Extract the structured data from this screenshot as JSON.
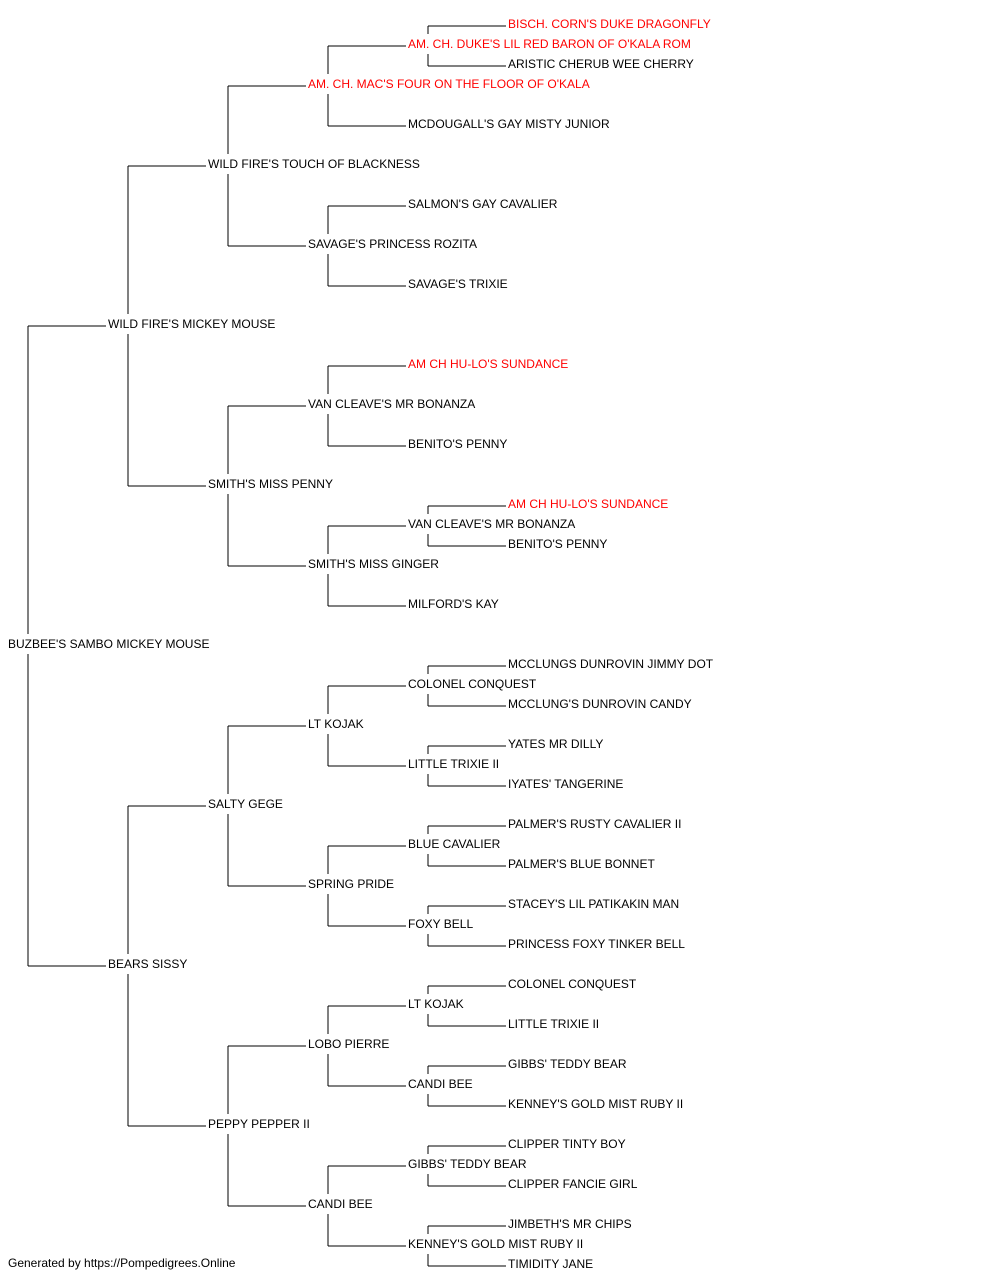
{
  "colors": {
    "normal": "#000000",
    "champion": "#ff0000",
    "line": "#000000"
  },
  "pedigree": {
    "name": "BUZBEE'S SAMBO MICKEY MOUSE",
    "children": [
      {
        "name": "WILD FIRE'S MICKEY MOUSE",
        "children": [
          {
            "name": "WILD FIRE'S TOUCH OF BLACKNESS",
            "children": [
              {
                "name": "AM. CH. MAC'S FOUR ON THE FLOOR OF O'KALA",
                "champion": true,
                "children": [
                  {
                    "name": "AM. CH. DUKE'S LIL RED BARON OF O'KALA ROM",
                    "champion": true,
                    "children": [
                      {
                        "name": "BISCH. CORN'S DUKE DRAGONFLY",
                        "champion": true
                      },
                      {
                        "name": "ARISTIC CHERUB WEE CHERRY"
                      }
                    ]
                  },
                  {
                    "name": "MCDOUGALL'S GAY MISTY JUNIOR"
                  }
                ]
              },
              {
                "name": "SAVAGE'S PRINCESS ROZITA",
                "children": [
                  {
                    "name": "SALMON'S GAY CAVALIER"
                  },
                  {
                    "name": "SAVAGE'S TRIXIE"
                  }
                ]
              }
            ]
          },
          {
            "name": "SMITH'S MISS PENNY",
            "children": [
              {
                "name": "VAN CLEAVE'S MR BONANZA",
                "children": [
                  {
                    "name": "AM CH HU-LO'S SUNDANCE",
                    "champion": true
                  },
                  {
                    "name": "BENITO'S PENNY"
                  }
                ]
              },
              {
                "name": "SMITH'S MISS GINGER",
                "children": [
                  {
                    "name": "VAN CLEAVE'S MR BONANZA",
                    "children": [
                      {
                        "name": "AM CH HU-LO'S SUNDANCE",
                        "champion": true
                      },
                      {
                        "name": "BENITO'S PENNY"
                      }
                    ]
                  },
                  {
                    "name": "MILFORD'S KAY"
                  }
                ]
              }
            ]
          }
        ]
      },
      {
        "name": "BEARS SISSY",
        "children": [
          {
            "name": "SALTY GEGE",
            "children": [
              {
                "name": "LT KOJAK",
                "children": [
                  {
                    "name": "COLONEL CONQUEST",
                    "children": [
                      {
                        "name": "MCCLUNGS DUNROVIN JIMMY DOT"
                      },
                      {
                        "name": "MCCLUNG'S DUNROVIN CANDY"
                      }
                    ]
                  },
                  {
                    "name": "LITTLE TRIXIE II",
                    "children": [
                      {
                        "name": "YATES MR DILLY"
                      },
                      {
                        "name": "IYATES' TANGERINE"
                      }
                    ]
                  }
                ]
              },
              {
                "name": "SPRING PRIDE",
                "children": [
                  {
                    "name": "BLUE CAVALIER",
                    "children": [
                      {
                        "name": "PALMER'S RUSTY CAVALIER II"
                      },
                      {
                        "name": "PALMER'S BLUE BONNET"
                      }
                    ]
                  },
                  {
                    "name": "FOXY BELL",
                    "children": [
                      {
                        "name": "STACEY'S LIL PATIKAKIN MAN"
                      },
                      {
                        "name": "PRINCESS FOXY TINKER BELL"
                      }
                    ]
                  }
                ]
              }
            ]
          },
          {
            "name": "PEPPY PEPPER II",
            "children": [
              {
                "name": "LOBO PIERRE",
                "children": [
                  {
                    "name": "LT KOJAK",
                    "children": [
                      {
                        "name": "COLONEL CONQUEST"
                      },
                      {
                        "name": "LITTLE TRIXIE II"
                      }
                    ]
                  },
                  {
                    "name": "CANDI BEE",
                    "children": [
                      {
                        "name": "GIBBS' TEDDY BEAR"
                      },
                      {
                        "name": "KENNEY'S GOLD MIST RUBY II"
                      }
                    ]
                  }
                ]
              },
              {
                "name": "CANDI BEE",
                "children": [
                  {
                    "name": "GIBBS' TEDDY BEAR",
                    "children": [
                      {
                        "name": "CLIPPER TINTY BOY"
                      },
                      {
                        "name": "CLIPPER FANCIE GIRL"
                      }
                    ]
                  },
                  {
                    "name": "KENNEY'S GOLD MIST RUBY II",
                    "children": [
                      {
                        "name": "JIMBETH'S MR CHIPS"
                      },
                      {
                        "name": "TIMIDITY JANE"
                      }
                    ]
                  }
                ]
              }
            ]
          }
        ]
      }
    ]
  },
  "footer": {
    "text": "Generated by https://Pompedigrees.Online"
  }
}
